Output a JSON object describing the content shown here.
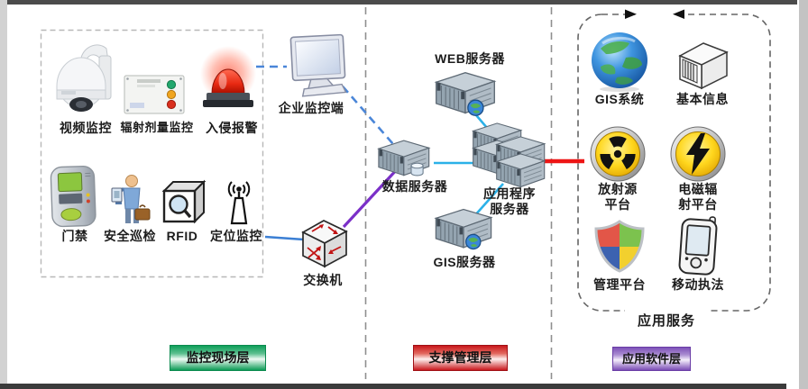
{
  "diagram": {
    "site_layer": {
      "badge": "监控现场层",
      "devices": {
        "video": "视频监控",
        "radiation_dose": "辐射剂量监控",
        "intrusion": "入侵报警",
        "access": "门禁",
        "patrol": "安全巡检",
        "rfid": "RFID",
        "location": "定位监控"
      }
    },
    "support_layer": {
      "badge": "支撑管理层",
      "nodes": {
        "enterprise_client": "企业监控端",
        "switch": "交换机",
        "data_server": "数据服务器",
        "web_server": "WEB服务器",
        "app_server_line1": "应用程序",
        "app_server_line2": "服务器",
        "gis_server": "GIS服务器"
      }
    },
    "app_layer": {
      "badge": "应用软件层",
      "group_label": "应用服务",
      "modules": {
        "gis": "GIS系统",
        "basic_info": "基本信息",
        "radiation_line1": "放射源",
        "radiation_line2": "平台",
        "emc_line1": "电磁辐",
        "emc_line2": "射平台",
        "management": "管理平台",
        "mobile": "移动执法"
      }
    }
  },
  "colors": {
    "dashed_blue": "#4a86d8",
    "solid_blue": "#3b7fd4",
    "cyan": "#2bb1e8",
    "purple": "#7b30c8",
    "red": "#ee1515",
    "divider": "#8f8f8f",
    "site_box_border": "#b8b8b8",
    "app_box_border": "#666666"
  }
}
